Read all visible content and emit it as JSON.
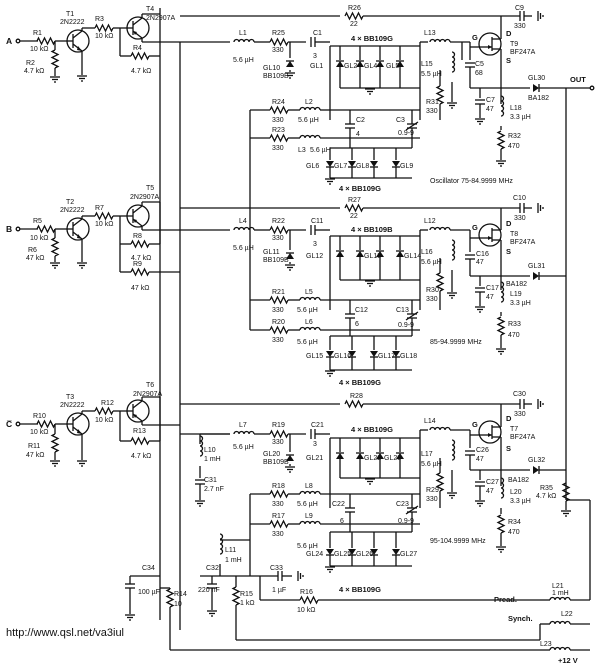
{
  "inputs": [
    "A",
    "B",
    "C̅"
  ],
  "outputs": {
    "out": "OUT",
    "supply": "+12 V",
    "pread": "Pread.",
    "synch": "Synch."
  },
  "oscillator_note": "Oscillator 75-84.9999 MHz",
  "band2_note": "85-94.9999 MHz",
  "band3_note": "95-104.9999 MHz",
  "varicap_groups": [
    "4 × BB109G",
    "4 × BB109G",
    "4 × BB109B",
    "4 × BB109G",
    "4 × BB109G",
    "4 × BB109G"
  ],
  "transistors": [
    {
      "name": "T1",
      "type": "2N2222"
    },
    {
      "name": "T4",
      "type": "2N2907A"
    },
    {
      "name": "T2",
      "type": "2N2222"
    },
    {
      "name": "T5",
      "type": "2N2907A"
    },
    {
      "name": "T3",
      "type": "2N2222"
    },
    {
      "name": "T6",
      "type": "2N2907A"
    },
    {
      "name": "T9",
      "type": "BF247A"
    },
    {
      "name": "T8",
      "type": "BF247A"
    },
    {
      "name": "T7",
      "type": "BF247A"
    }
  ],
  "resistors": [
    {
      "name": "R1",
      "value": "10 kΩ"
    },
    {
      "name": "R2",
      "value": "4.7 kΩ"
    },
    {
      "name": "R3",
      "value": "10 kΩ"
    },
    {
      "name": "R4",
      "value": "4.7 kΩ"
    },
    {
      "name": "R5",
      "value": "10 kΩ"
    },
    {
      "name": "R6",
      "value": "47 kΩ"
    },
    {
      "name": "R7",
      "value": "10 kΩ"
    },
    {
      "name": "R8",
      "value": "4.7 kΩ"
    },
    {
      "name": "R9",
      "value": "47 kΩ"
    },
    {
      "name": "R10",
      "value": "10 kΩ"
    },
    {
      "name": "R11",
      "value": "47 kΩ"
    },
    {
      "name": "R12",
      "value": "10 kΩ"
    },
    {
      "name": "R13",
      "value": "4.7 kΩ"
    },
    {
      "name": "R14",
      "value": "10"
    },
    {
      "name": "R15",
      "value": "1 kΩ"
    },
    {
      "name": "R16",
      "value": "10 kΩ"
    },
    {
      "name": "R26",
      "value": "22"
    },
    {
      "name": "R27",
      "value": "22"
    },
    {
      "name": "R28",
      "value": ""
    },
    {
      "name": "R25",
      "value": "330"
    },
    {
      "name": "R24",
      "value": "330"
    },
    {
      "name": "R23",
      "value": "330"
    },
    {
      "name": "R31",
      "value": "330"
    },
    {
      "name": "R32",
      "value": "470"
    },
    {
      "name": "R22",
      "value": "330"
    },
    {
      "name": "R21",
      "value": "330"
    },
    {
      "name": "R20",
      "value": "330"
    },
    {
      "name": "R30",
      "value": "330"
    },
    {
      "name": "R33",
      "value": "470"
    },
    {
      "name": "R19",
      "value": "330"
    },
    {
      "name": "R18",
      "value": "330"
    },
    {
      "name": "R17",
      "value": "330"
    },
    {
      "name": "R29",
      "value": "330"
    },
    {
      "name": "R34",
      "value": "470"
    },
    {
      "name": "R35",
      "value": "4.7 kΩ"
    }
  ],
  "inductors": [
    {
      "name": "L1",
      "value": "5.6 µH"
    },
    {
      "name": "L2",
      "value": "5.6 µH"
    },
    {
      "name": "L3",
      "value": "5.6 µH"
    },
    {
      "name": "L15",
      "value": "5.5 µH"
    },
    {
      "name": "L18",
      "value": "3.3 µH"
    },
    {
      "name": "L4",
      "value": "5.6 µH"
    },
    {
      "name": "L5",
      "value": "5.6 µH"
    },
    {
      "name": "L6",
      "value": "5.6 µH"
    },
    {
      "name": "L16",
      "value": "5.6 µH"
    },
    {
      "name": "L19",
      "value": "3.3 µH"
    },
    {
      "name": "L7",
      "value": "5.6 µH"
    },
    {
      "name": "L8",
      "value": "5.6 µH"
    },
    {
      "name": "L9",
      "value": "5.6 µH"
    },
    {
      "name": "L17",
      "value": "5.6 µH"
    },
    {
      "name": "L20",
      "value": "3.3 µH"
    },
    {
      "name": "L10",
      "value": "1 mH"
    },
    {
      "name": "L11",
      "value": "1 mH"
    },
    {
      "name": "L21",
      "value": "1 mH"
    },
    {
      "name": "L22",
      "value": ""
    },
    {
      "name": "L23",
      "value": ""
    },
    {
      "name": "L13",
      "value": ""
    },
    {
      "name": "L14",
      "value": ""
    },
    {
      "name": "L12",
      "value": ""
    }
  ],
  "capacitors": [
    {
      "name": "C1",
      "value": "3"
    },
    {
      "name": "C2",
      "value": "4"
    },
    {
      "name": "C3",
      "value": "0.9-9"
    },
    {
      "name": "C5",
      "value": "68"
    },
    {
      "name": "C7",
      "value": "47"
    },
    {
      "name": "C9",
      "value": "330"
    },
    {
      "name": "C11",
      "value": "3"
    },
    {
      "name": "C12",
      "value": "6"
    },
    {
      "name": "C13",
      "value": "0.9-9"
    },
    {
      "name": "C16",
      "value": "47"
    },
    {
      "name": "C17",
      "value": "47"
    },
    {
      "name": "C10",
      "value": "330"
    },
    {
      "name": "C21",
      "value": "3"
    },
    {
      "name": "C22",
      "value": "6"
    },
    {
      "name": "C23",
      "value": "0.9-9"
    },
    {
      "name": "C26",
      "value": "47"
    },
    {
      "name": "C27",
      "value": "47"
    },
    {
      "name": "C30",
      "value": "330"
    },
    {
      "name": "C31",
      "value": "2.7 nF"
    },
    {
      "name": "C32",
      "value": "220 nF"
    },
    {
      "name": "C33",
      "value": "1 µF"
    },
    {
      "name": "C34",
      "value": "100 µF"
    }
  ],
  "diodes": [
    {
      "name": "GL10",
      "value": "BB109B"
    },
    {
      "name": "GL11",
      "value": "BB109B"
    },
    {
      "name": "GL20",
      "value": "BB109B"
    },
    {
      "name": "GL30",
      "value": "BA182"
    },
    {
      "name": "GL31",
      "value": "BA182"
    },
    {
      "name": "GL32",
      "value": "BA182"
    },
    {
      "name": "GL1",
      "value": ""
    },
    {
      "name": "GL2",
      "value": ""
    },
    {
      "name": "GL4",
      "value": ""
    },
    {
      "name": "GL5",
      "value": ""
    },
    {
      "name": "GL6",
      "value": ""
    },
    {
      "name": "GL7",
      "value": ""
    },
    {
      "name": "GL8",
      "value": ""
    },
    {
      "name": "GL9",
      "value": ""
    },
    {
      "name": "GL12",
      "value": ""
    },
    {
      "name": "GL13",
      "value": ""
    },
    {
      "name": "GL14",
      "value": ""
    },
    {
      "name": "GL15",
      "value": ""
    },
    {
      "name": "GL16",
      "value": ""
    },
    {
      "name": "GL17",
      "value": ""
    },
    {
      "name": "GL18",
      "value": ""
    },
    {
      "name": "GL21",
      "value": ""
    },
    {
      "name": "GL22",
      "value": ""
    },
    {
      "name": "GL23",
      "value": ""
    },
    {
      "name": "GL24",
      "value": ""
    },
    {
      "name": "GL25",
      "value": ""
    },
    {
      "name": "GL26",
      "value": ""
    },
    {
      "name": "GL27",
      "value": ""
    }
  ],
  "pin_labels": {
    "gate": "G",
    "drain": "D",
    "source": "S"
  },
  "source_url": "http://www.qsl.net/va3iul"
}
